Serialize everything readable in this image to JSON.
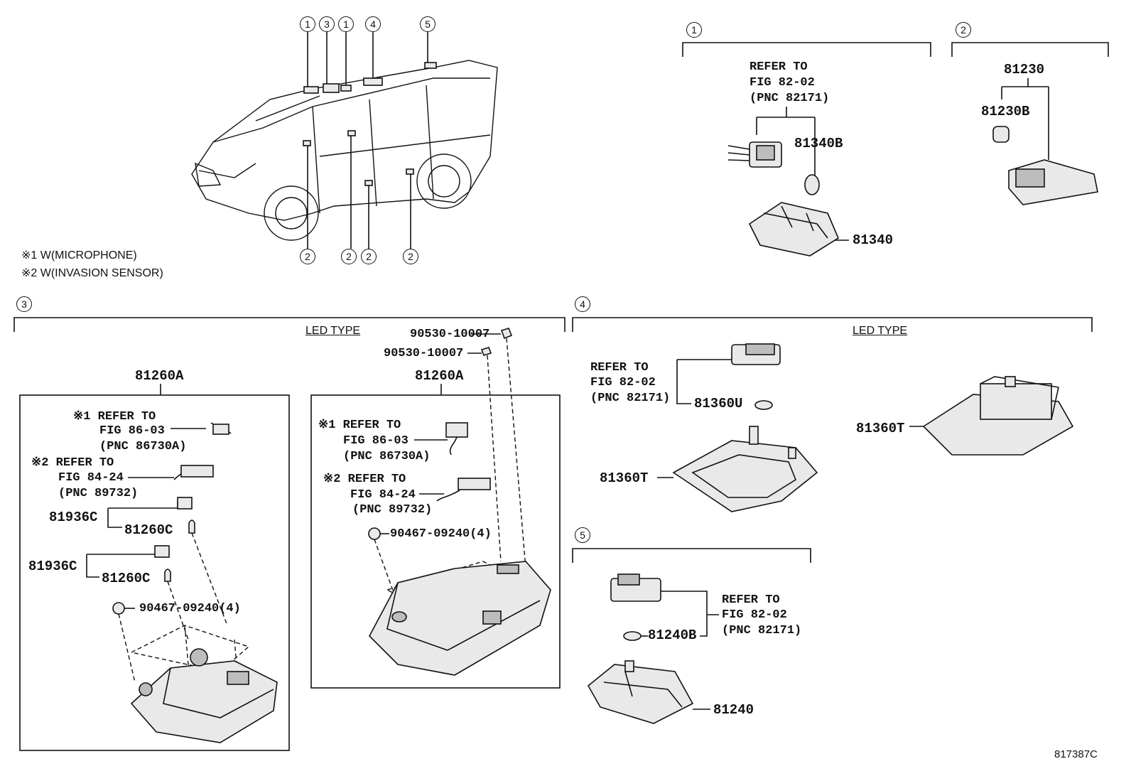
{
  "diagram_id": "817387C",
  "notes": {
    "note1": "※1 W(MICROPHONE)",
    "note2": "※2 W(INVASION SENSOR)"
  },
  "callouts": {
    "c1": "1",
    "c2": "2",
    "c3": "3",
    "c4": "4",
    "c5": "5"
  },
  "section1": {
    "refer_lines": [
      "REFER TO",
      "FIG 82-02",
      "(PNC 82171)"
    ],
    "parts": [
      "81340B",
      "81340"
    ]
  },
  "section2": {
    "parts": [
      "81230",
      "81230B"
    ]
  },
  "section3": {
    "led_type": "LED TYPE",
    "left": {
      "assembly": "81260A",
      "ref1": [
        "※1 REFER TO",
        "FIG 86-03",
        "(PNC 86730A)"
      ],
      "ref2": [
        "※2 REFER TO",
        "FIG 84-24",
        "(PNC 89732)"
      ],
      "p81936c_a": "81936C",
      "p81260c_a": "81260C",
      "p81936c_b": "81936C",
      "p81260c_b": "81260C",
      "screw": "90467-09240(4)"
    },
    "right": {
      "assembly": "81260A",
      "clip1": "90530-10007",
      "clip2": "90530-10007",
      "ref1": [
        "※1 REFER TO",
        "FIG 86-03",
        "(PNC 86730A)"
      ],
      "ref2": [
        "※2 REFER TO",
        "FIG 84-24",
        "(PNC 89732)"
      ],
      "screw": "90467-09240(4)"
    }
  },
  "section4": {
    "led_type": "LED TYPE",
    "refer_lines": [
      "REFER TO",
      "FIG 82-02",
      "(PNC 82171)"
    ],
    "parts": [
      "81360U",
      "81360T",
      "81360T"
    ]
  },
  "section5": {
    "refer_lines": [
      "REFER TO",
      "FIG 82-02",
      "(PNC 82171)"
    ],
    "parts": [
      "81240B",
      "81240"
    ]
  }
}
